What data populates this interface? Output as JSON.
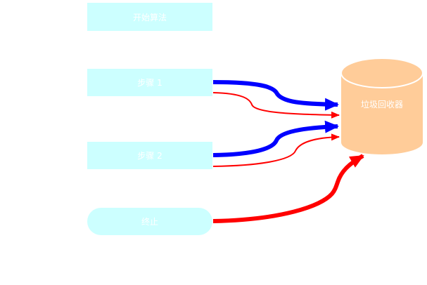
{
  "nodes": {
    "start": {
      "label": "开始算法"
    },
    "step1": {
      "label": "步骤 1"
    },
    "step2": {
      "label": "步骤 2"
    },
    "end": {
      "label": "终止"
    },
    "gc": {
      "label": "垃圾回收器"
    }
  },
  "colors": {
    "box_fill": "#ccffff",
    "cylinder_fill": "#ffcc99",
    "arrow_blue": "#0000ff",
    "arrow_red": "#ff0000"
  },
  "edges": [
    {
      "from": "step1",
      "to": "gc",
      "color": "blue",
      "weight": "thick"
    },
    {
      "from": "step1",
      "to": "gc",
      "color": "red",
      "weight": "thin"
    },
    {
      "from": "step2",
      "to": "gc",
      "color": "blue",
      "weight": "thick"
    },
    {
      "from": "step2",
      "to": "gc",
      "color": "red",
      "weight": "thin"
    },
    {
      "from": "end",
      "to": "gc",
      "color": "red",
      "weight": "thick"
    }
  ]
}
